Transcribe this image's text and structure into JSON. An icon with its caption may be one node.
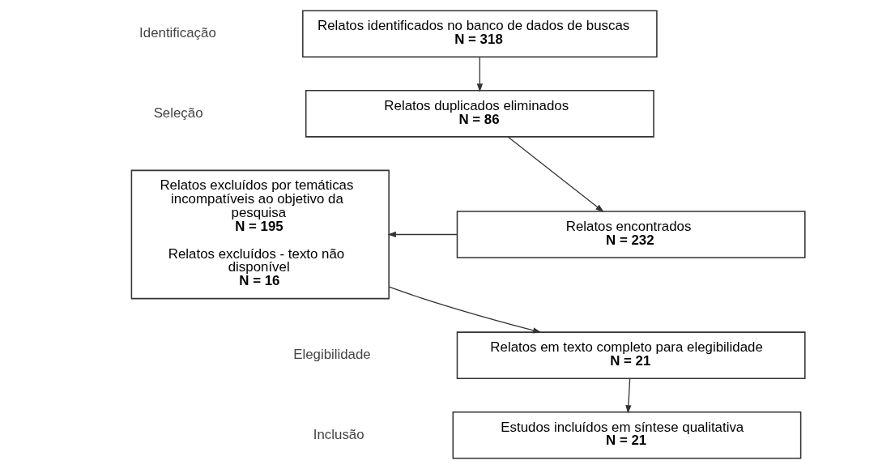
{
  "diagram": {
    "nodes": [
      {
        "text": [
          "Relatos identificados no banco de dados de buscas",
          "N = 318"
        ]
      },
      {
        "text": [
          "Relatos duplicados eliminados",
          "N = 86"
        ]
      },
      {
        "text": [
          "Relatos encontrados",
          "N = 232"
        ]
      },
      {
        "text": [
          "Relatos excluídos por temáticas incompatíveis ao objetivo da pesquisa",
          "N = 195",
          "Relatos excluídos - texto não disponível",
          "N = 16"
        ]
      },
      {
        "text": [
          "Relatos em texto completo para elegibilidade",
          "N = 21"
        ]
      },
      {
        "text": [
          "Estudos incluídos em síntese qualitativa",
          "N = 21"
        ]
      }
    ],
    "edges": [
      {
        "from": 0,
        "to": 1,
        "arrow": "to"
      },
      {
        "from": 1,
        "to": 2,
        "arrow": "to"
      },
      {
        "from": 2,
        "to": 3,
        "arrow": "to"
      },
      {
        "from": 3,
        "to": 4,
        "arrow": "to"
      },
      {
        "from": 4,
        "to": 5,
        "arrow": "to"
      }
    ],
    "labels": [
      "Identificação",
      "Seleção",
      "Elegibilidade",
      "Inclusão"
    ]
  }
}
